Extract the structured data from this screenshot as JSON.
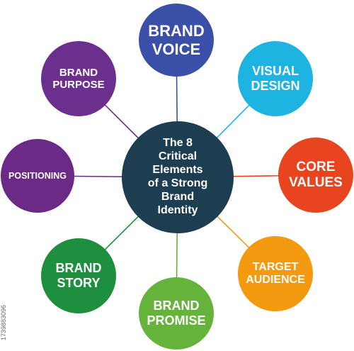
{
  "center": {
    "label": "The 8\nCritical\nElements\nof a Strong\nBrand\nIdentity",
    "color": "#1d3d50"
  },
  "nodes": [
    {
      "key": "brand_voice",
      "label": "BRAND\nVOICE",
      "color": "#3a4fa8"
    },
    {
      "key": "visual_design",
      "label": "VISUAL\nDESIGN",
      "color": "#1db4e2"
    },
    {
      "key": "core_values",
      "label": "CORE\nVALUES",
      "color": "#e8441f"
    },
    {
      "key": "target_audience",
      "label": "TARGET\nAUDIENCE",
      "color": "#f39a10"
    },
    {
      "key": "brand_promise",
      "label": "BRAND\nPROMISE",
      "color": "#66b33c"
    },
    {
      "key": "brand_story",
      "label": "BRAND\nSTORY",
      "color": "#1d8f3e"
    },
    {
      "key": "positioning",
      "label": "POSITIONING",
      "color": "#6a2a86"
    },
    {
      "key": "brand_purpose",
      "label": "BRAND\nPURPOSE",
      "color": "#6d2f8e"
    }
  ],
  "watermark": "1739883096",
  "connector_color": "#9aa0a6"
}
